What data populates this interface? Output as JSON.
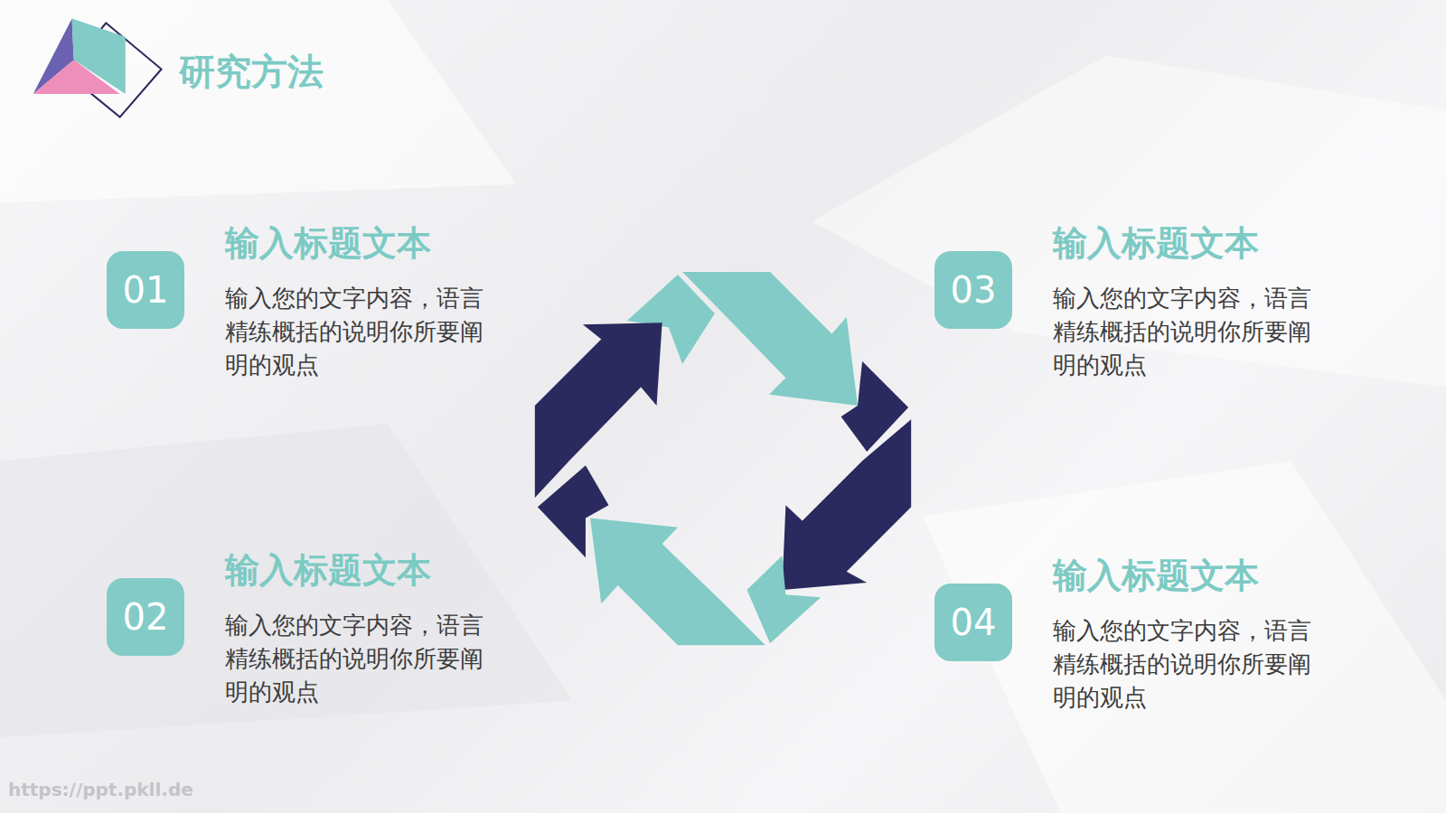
{
  "diagram": {
    "title": "研究方法",
    "nodes": [
      {
        "text": [
          "01",
          "输入标题文本",
          "输入您的文字内容，语言精练概括的说明你所要阐明的观点"
        ]
      },
      {
        "text": [
          "03",
          "输入标题文本",
          "输入您的文字内容，语言精练概括的说明你所要阐明的观点"
        ]
      },
      {
        "text": [
          "02",
          "输入标题文本",
          "输入您的文字内容，语言精练概括的说明你所要阐明的观点"
        ]
      },
      {
        "text": [
          "04",
          "输入标题文本",
          "输入您的文字内容，语言精练概括的说明你所要阐明的观点"
        ]
      }
    ],
    "labels": [
      "https://ppt.pkll.de"
    ]
  }
}
